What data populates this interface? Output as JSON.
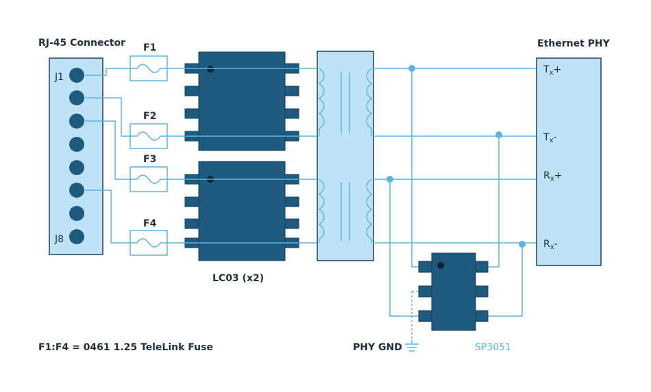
{
  "connector": {
    "title": "RJ-45 Connector",
    "pin_first": "J1",
    "pin_last": "J8"
  },
  "fuses": {
    "f1": "F1",
    "f2": "F2",
    "f3": "F3",
    "f4": "F4"
  },
  "lc03_label": "LC03 (x2)",
  "phy": {
    "title": "Ethernet PHY",
    "pins": [
      {
        "main": "T",
        "sub": "x",
        "sign": "+"
      },
      {
        "main": "T",
        "sub": "x",
        "sign": "-"
      },
      {
        "main": "R",
        "sub": "x",
        "sign": "+"
      },
      {
        "main": "R",
        "sub": "x",
        "sign": "-"
      }
    ]
  },
  "footnote": "F1:F4 = 0461  1.25 TeleLink Fuse",
  "phy_gnd_label": "PHY GND",
  "sp3051_label": "SP3051",
  "colors": {
    "wire": "#5db4e0",
    "chip": "#1e5a7e",
    "box_fill": "#bfe3f6",
    "outline": "#1f3f5e",
    "text": "#1f2f3e"
  }
}
